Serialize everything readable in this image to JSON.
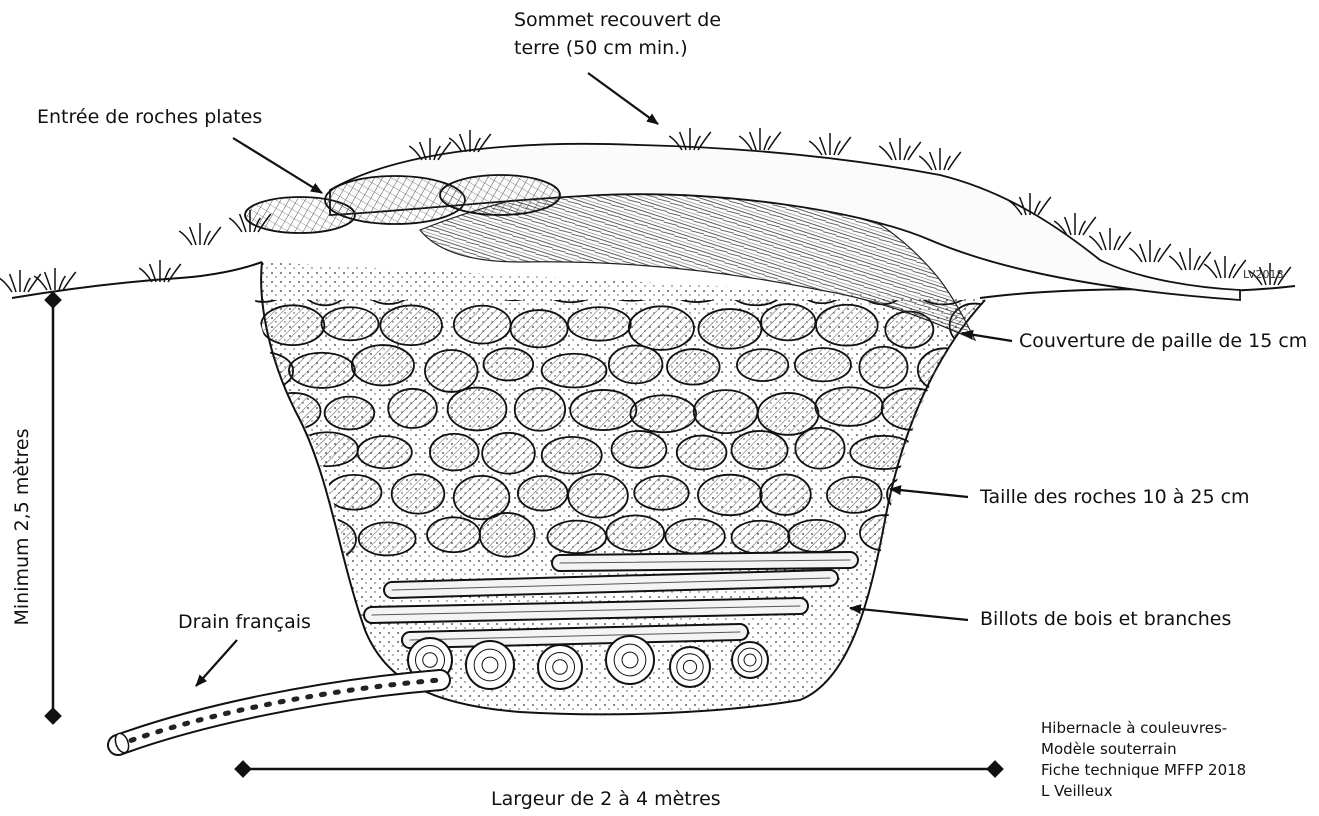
{
  "labels": {
    "summit_line1": "Sommet recouvert de",
    "summit_line2": "terre (50 cm min.)",
    "entrance": "Entrée de roches plates",
    "straw": "Couverture de paille de 15 cm",
    "rock_size": "Taille des roches 10 à 25 cm",
    "logs": "Billots de bois et branches",
    "drain": "Drain français",
    "depth": "Minimum 2,5 mètres",
    "width": "Largeur de 2 à 4 mètres",
    "signature": "LV2018"
  },
  "credit": {
    "line1": "Hibernacle à couleuvres-",
    "line2": "Modèle souterrain",
    "line3": "Fiche technique MFFP 2018",
    "line4": "L Veilleux"
  }
}
